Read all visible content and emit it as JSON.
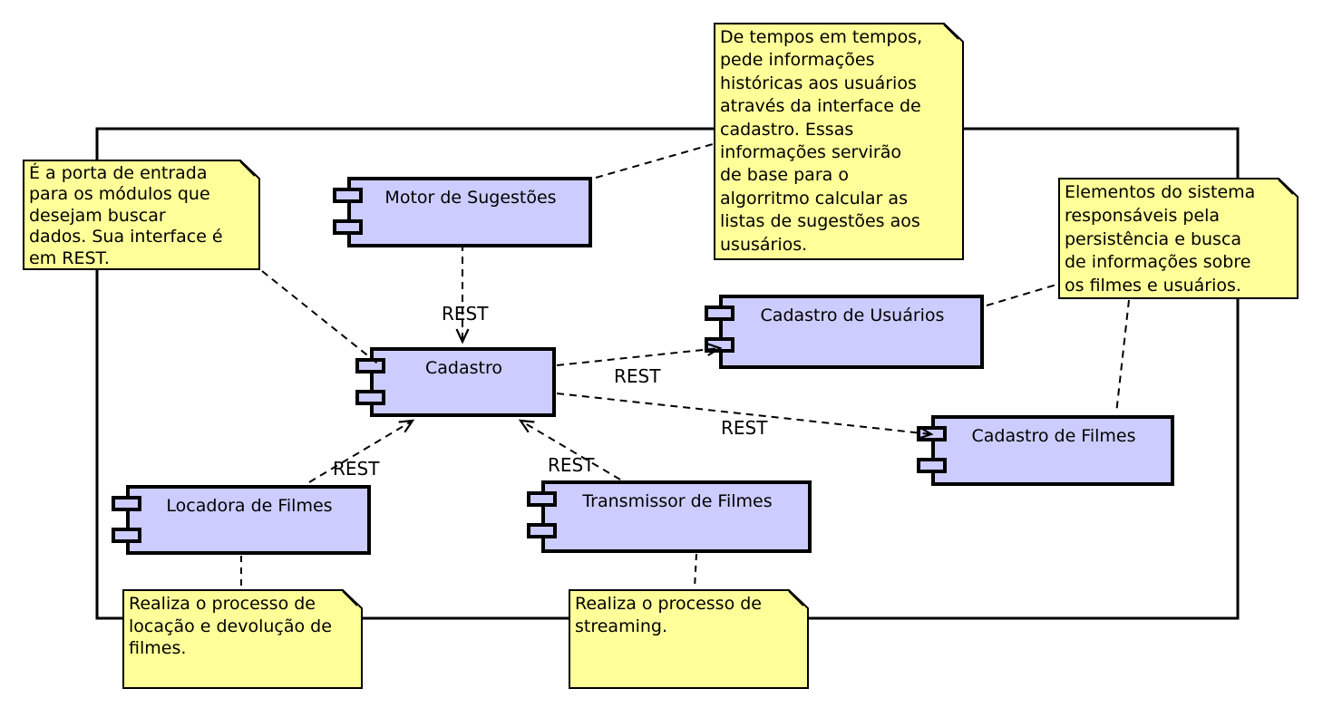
{
  "labels": {
    "rest": "REST"
  },
  "components": {
    "motor": {
      "label": "Motor de Sugestões"
    },
    "cadastro": {
      "label": "Cadastro"
    },
    "cadastro_usuarios": {
      "label": "Cadastro de Usuários"
    },
    "cadastro_filmes": {
      "label": "Cadastro de Filmes"
    },
    "locadora": {
      "label": "Locadora de Filmes"
    },
    "transmissor": {
      "label": "Transmissor de Filmes"
    }
  },
  "notes": {
    "suggestions": {
      "text": "De tempos em tempos,\npede informações\nhistóricas aos usuários\natravés da interface de\ncadastro. Essas\ninformações servirão\nde base para o\nalgorritmo calcular as\nlistas de sugestões aos\nususários."
    },
    "gateway": {
      "text": "É a porta de entrada\npara os módulos que\ndesejam buscar\ndados. Sua interface é\nem REST."
    },
    "persistence": {
      "text": "Elementos do sistema\nresponsáveis pela\npersistência e busca\nde informações sobre\nos filmes e usuários."
    },
    "rental": {
      "text": "Realiza o processo de\nlocação e devolução de\nfilmes."
    },
    "streaming": {
      "text": "Realiza o processo de\nstreaming."
    }
  },
  "colors": {
    "component_fill": "#ccccff",
    "note_fill": "#ffff99",
    "line": "#000000",
    "background": "#ffffff"
  }
}
